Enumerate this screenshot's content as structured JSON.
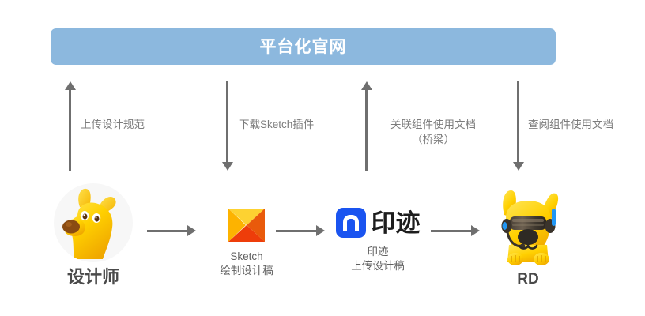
{
  "banner": {
    "title": "平台化官网",
    "color": "#8cb8de"
  },
  "flows": [
    {
      "label": "上传设计规范",
      "direction": "up"
    },
    {
      "label": "下载Sketch插件",
      "direction": "down"
    },
    {
      "label": "关联组件使用文档\n（桥梁）",
      "direction": "up"
    },
    {
      "label": "查阅组件使用文档",
      "direction": "down"
    }
  ],
  "nodes": [
    {
      "icon": "jd-joy-dog-avatar",
      "caption": "设计师"
    },
    {
      "icon": "sketch-logo",
      "caption": "Sketch\n绘制设计稿"
    },
    {
      "icon": "yinji-logo",
      "wordmark": "印迹",
      "caption": "印迹\n上传设计稿"
    },
    {
      "icon": "jd-joy-robot-dog",
      "caption": "RD"
    }
  ],
  "colors": {
    "banner": "#8cb8de",
    "arrow": "#6f6f6f",
    "label_text": "#7c7c7c",
    "caption_text": "#5f5f5f",
    "yinji_blue": "#1a54f0",
    "joy_yellow": "#ffd500",
    "background": "#ffffff"
  }
}
